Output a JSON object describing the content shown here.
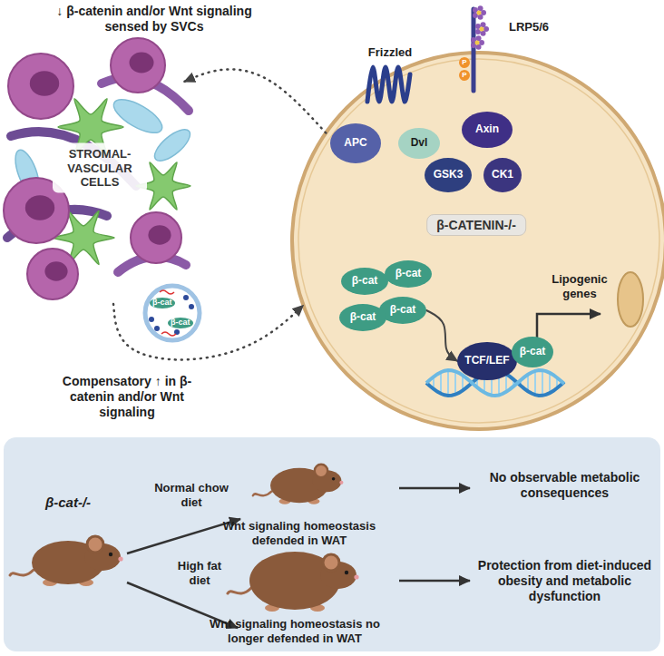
{
  "diagram": {
    "nodes": [
      {
        "text": [
          "STROMAL-VASCULAR CELLS"
        ]
      },
      {
        "text": [
          "β-CATENIN-/-"
        ]
      },
      {
        "text": [
          "APC"
        ],
        "in": 1
      },
      {
        "text": [
          "Dvl"
        ],
        "in": 1
      },
      {
        "text": [
          "Axin"
        ],
        "in": 1
      },
      {
        "text": [
          "GSK3"
        ],
        "in": 1
      },
      {
        "text": [
          "CK1"
        ],
        "in": 1
      },
      {
        "text": [
          "β-cat"
        ],
        "in": 1
      },
      {
        "text": [
          "β-cat"
        ],
        "in": 1
      },
      {
        "text": [
          "β-cat"
        ],
        "in": 1
      },
      {
        "text": [
          "β-cat"
        ],
        "in": 1
      },
      {
        "text": [
          "TCF/LEF"
        ],
        "in": 1
      },
      {
        "text": [
          "β-cat"
        ],
        "in": 1
      },
      {
        "text": [
          "β-cat",
          "β-cat"
        ]
      }
    ],
    "edges": [
      {
        "from": 1,
        "to": 0,
        "arrow": "to"
      },
      {
        "from": 0,
        "to": 1,
        "arrow": "to"
      },
      {
        "from": 9,
        "to": 11,
        "arrow": "to"
      }
    ],
    "labels": [
      "↓ β-catenin and/or Wnt signaling sensed by SVCs",
      "Frizzled",
      "LRP5/6",
      "P",
      "P",
      "Lipogenic genes",
      "Compensatory ↑ in β-catenin and/or Wnt signaling",
      "β-cat-/-",
      "Normal chow diet",
      "High fat diet",
      "Wnt signaling homeostasis defended in WAT",
      "No observable metabolic consequences",
      "Wnt signaling homeostasis no longer defended in WAT",
      "Protection from diet-induced obesity and metabolic dysfunction"
    ]
  }
}
